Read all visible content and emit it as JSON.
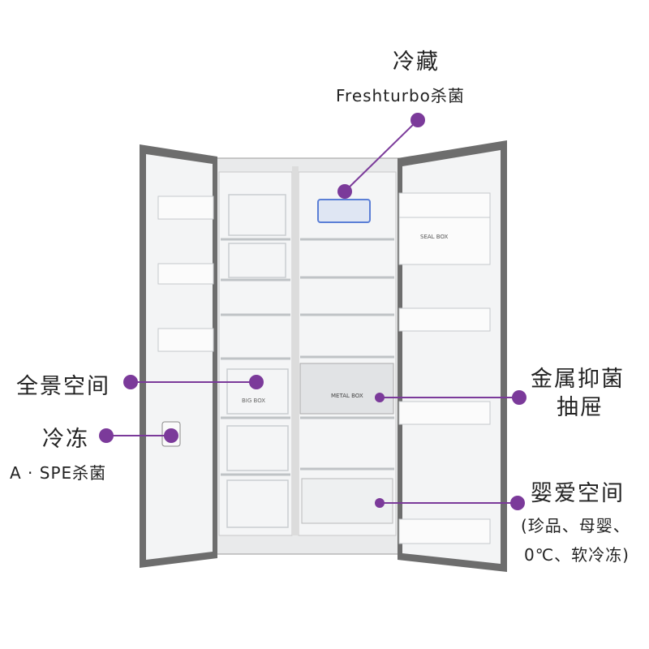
{
  "colors": {
    "accent": "#7b3a9a",
    "door_frame": "#6d6d6d",
    "interior": "#f2f3f4"
  },
  "labels": {
    "refrigeration": {
      "title": "冷藏",
      "subtitle": "Freshturbo杀菌"
    },
    "panoramic_space": {
      "title": "全景空间"
    },
    "freezing": {
      "title": "冷冻",
      "subtitle": "A · SPE杀菌"
    },
    "metal_drawer": {
      "title_line1": "金属抑菌",
      "title_line2": "抽屉"
    },
    "baby_space": {
      "title": "婴爱空间",
      "note_line1": "(珍品、母婴、",
      "note_line2": "0℃、软冷冻)"
    }
  },
  "product_marks": {
    "seal_box": "SEAL BOX",
    "metal_box": "METAL BOX",
    "big_box": "BIG BOX"
  }
}
